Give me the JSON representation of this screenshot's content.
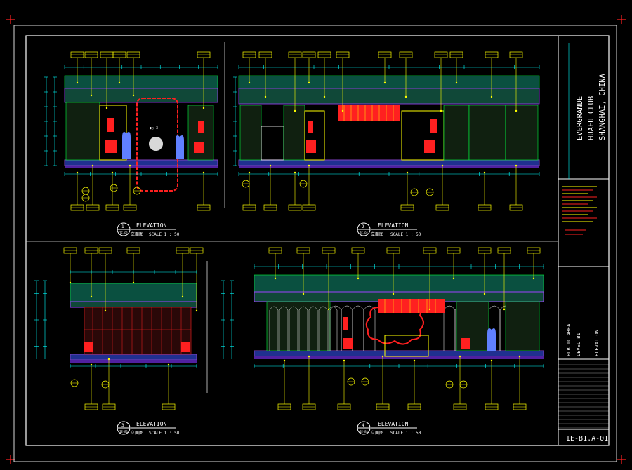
{
  "drawing": {
    "sheet_number": "IE-B1.A-01",
    "project": {
      "client": "EVERGRANDE",
      "name": "HUAFU CLUB",
      "location": "SHANGHAI, CHINA"
    },
    "elevations": [
      {
        "label": "ELEVATION",
        "tag": "1",
        "sheet": "IE-B1",
        "zh": "立面图",
        "scale": "SCALE 1 : 50"
      },
      {
        "label": "ELEVATION",
        "tag": "2",
        "sheet": "IE-B1",
        "zh": "立面图",
        "scale": "SCALE 1 : 50"
      },
      {
        "label": "ELEVATION",
        "tag": "3",
        "sheet": "IE-B1",
        "zh": "立面图",
        "scale": "SCALE 1 : 50"
      },
      {
        "label": "ELEVATION",
        "tag": "4",
        "sheet": "IE-B1",
        "zh": "立面图",
        "scale": "SCALE 1 : 50"
      }
    ],
    "title_block_vertical": [
      "PUBLIC AREA",
      "LEVEL B1",
      "ELEVATION"
    ],
    "colors": {
      "frame": "#e8e8e8",
      "yellow": "#ffff00",
      "cyan": "#00ffff",
      "green": "#00ff40",
      "red": "#ff2020",
      "magenta": "#ff00ff",
      "white": "#ffffff",
      "blue": "#4060ff",
      "purple": "#8040c0"
    }
  }
}
